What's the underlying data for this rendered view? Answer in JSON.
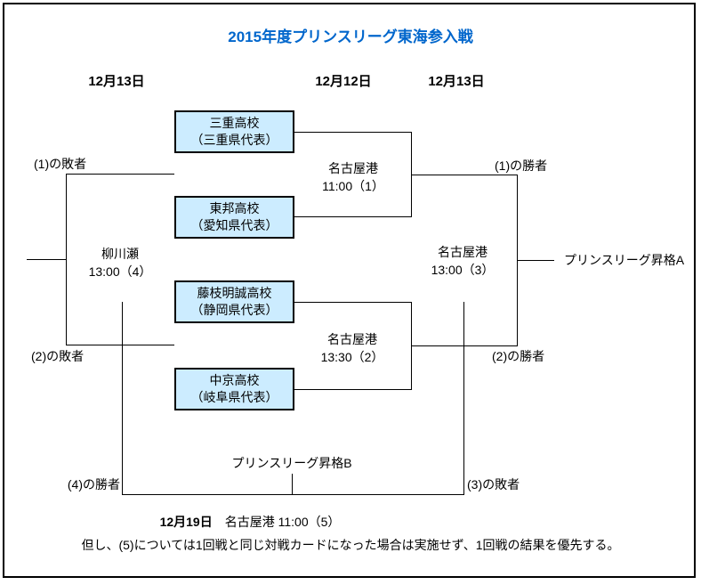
{
  "title": "2015年度プリンスリーグ東海参入戦",
  "column_dates": {
    "left": "12月13日",
    "middle": "12月12日",
    "right": "12月13日"
  },
  "teams": [
    {
      "name": "三重高校",
      "rep": "（三重県代表）"
    },
    {
      "name": "東邦高校",
      "rep": "（愛知県代表）"
    },
    {
      "name": "藤枝明誠高校",
      "rep": "（静岡県代表）"
    },
    {
      "name": "中京高校",
      "rep": "（岐阜県代表）"
    }
  ],
  "matches": {
    "m1": {
      "venue": "名古屋港",
      "time": "11:00（1）"
    },
    "m2": {
      "venue": "名古屋港",
      "time": "13:30（2）"
    },
    "m3": {
      "venue": "名古屋港",
      "time": "13:00（3）"
    },
    "m4": {
      "venue": "柳川瀬",
      "time": "13:00（4）"
    },
    "m5": {
      "date": "12月19日",
      "info": "名古屋港 11:00（5）"
    }
  },
  "labels": {
    "loser_of_1": "(1)の敗者",
    "loser_of_2": "(2)の敗者",
    "winner_of_1": "(1)の勝者",
    "winner_of_2": "(2)の勝者",
    "winner_of_4": "(4)の勝者",
    "loser_of_3": "(3)の敗者",
    "promotion_a": "プリンスリーグ昇格A",
    "promotion_b": "プリンスリーグ昇格B"
  },
  "note": "但し、(5)については1回戦と同じ対戦カードになった場合は実施せず、1回戦の結果を優先する。",
  "colors": {
    "title": "#0066CC",
    "team_box_fill": "#CCECFF",
    "line": "#000000"
  }
}
